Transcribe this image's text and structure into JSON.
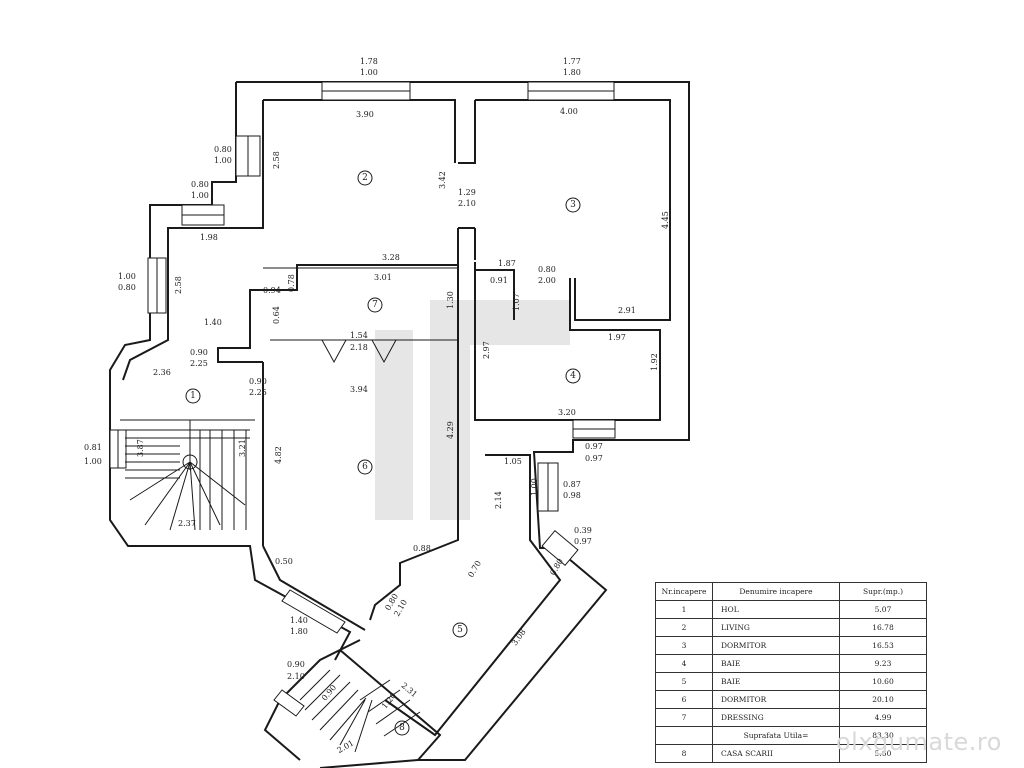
{
  "rooms": [
    {
      "number": "1"
    },
    {
      "number": "2"
    },
    {
      "number": "3"
    },
    {
      "number": "4"
    },
    {
      "number": "5"
    },
    {
      "number": "6"
    },
    {
      "number": "7"
    },
    {
      "number": "8"
    }
  ],
  "dimensions": {
    "top_win_left_w": "1.78",
    "top_win_left_h": "1.00",
    "top_win_right_w": "1.77",
    "top_win_right_h": "1.80",
    "r2_width": "3.90",
    "r3_width": "4.00",
    "r2_height": "2.58",
    "left_win1_w": "0.80",
    "left_win1_h": "1.00",
    "step_win_w": "0.80",
    "step_win_h": "1.00",
    "hall_width": "1.98",
    "left_win2_w": "1.00",
    "left_win2_h": "0.80",
    "hall_height": "2.58",
    "r2_depth": "3.42",
    "door23_w": "1.29",
    "door23_h": "2.10",
    "r3_height": "4.45",
    "r7_top": "3.28",
    "r7_wall": "0.94",
    "r7_h1": "0.78",
    "r7_inner": "3.01",
    "hall_depth": "1.40",
    "r7_depth": "0.64",
    "closet_w": "1.54",
    "closet_h": "2.18",
    "r7_side": "1.30",
    "door_hall_w": "0.90",
    "door_hall_h": "2.25",
    "stair_w": "2.36",
    "door6_w": "0.90",
    "door6_h": "2.25",
    "r6_width": "3.94",
    "r4_top": "1.87",
    "r4_wall": "0.91",
    "r4_jamb": "1.07",
    "door4_w": "0.80",
    "door4_h": "2.00",
    "r3_bottom": "2.91",
    "r4_width": "1.97",
    "r4_height": "2.97",
    "r4_right": "1.92",
    "r4_bottom": "3.20",
    "win4_w": "0.97",
    "win4_h": "0.97",
    "stair_win_w": "0.81",
    "stair_win_h": "1.00",
    "stair_h": "3.87",
    "stair_r": "3.21",
    "stair_bottom": "2.37",
    "r6_height": "4.82",
    "r6_right": "4.29",
    "r6_bottom": "0.50",
    "r6_b2": "0.88",
    "r5_top": "1.05",
    "r5_h": "2.14",
    "r5_win_w": "1.00",
    "r5_win_v": "0.87",
    "r5_win_v2": "0.98",
    "r5_door_w": "0.39",
    "r5_door_h": "0.97",
    "r5_small": "0.70",
    "r5_diag": "3.08",
    "r5_door2_w": "0.80",
    "r5_door2_h": "2.10",
    "r6_win_w": "1.40",
    "r6_win_h": "1.80",
    "r8_door_w": "0.90",
    "r8_door_h": "2.10",
    "r8_w": "2.31",
    "r8_s1": "0.90",
    "r8_s2": "1.20",
    "r8_s3": "2.01",
    "r5_corner": "0.80"
  },
  "legend": {
    "headers": [
      "Nr.incapere",
      "Denumire incapere",
      "Supr.(mp.)"
    ],
    "rows": [
      {
        "nr": "1",
        "name": "HOL",
        "area": "5.07"
      },
      {
        "nr": "2",
        "name": "LIVING",
        "area": "16.78"
      },
      {
        "nr": "3",
        "name": "DORMITOR",
        "area": "16.53"
      },
      {
        "nr": "4",
        "name": "BAIE",
        "area": "9.23"
      },
      {
        "nr": "5",
        "name": "BAIE",
        "area": "10.60"
      },
      {
        "nr": "6",
        "name": "DORMITOR",
        "area": "20.10"
      },
      {
        "nr": "7",
        "name": "DRESSING",
        "area": "4.99"
      }
    ],
    "total_label": "Suprafata Utila=",
    "total_value": "83.30",
    "extra_nr": "8",
    "extra_name": "CASA SCARII",
    "extra_area": "5.60"
  },
  "watermark": "olxgumate.ro",
  "colors": {
    "line": "#1a1a1a",
    "watermark": "#e0e0e0"
  }
}
